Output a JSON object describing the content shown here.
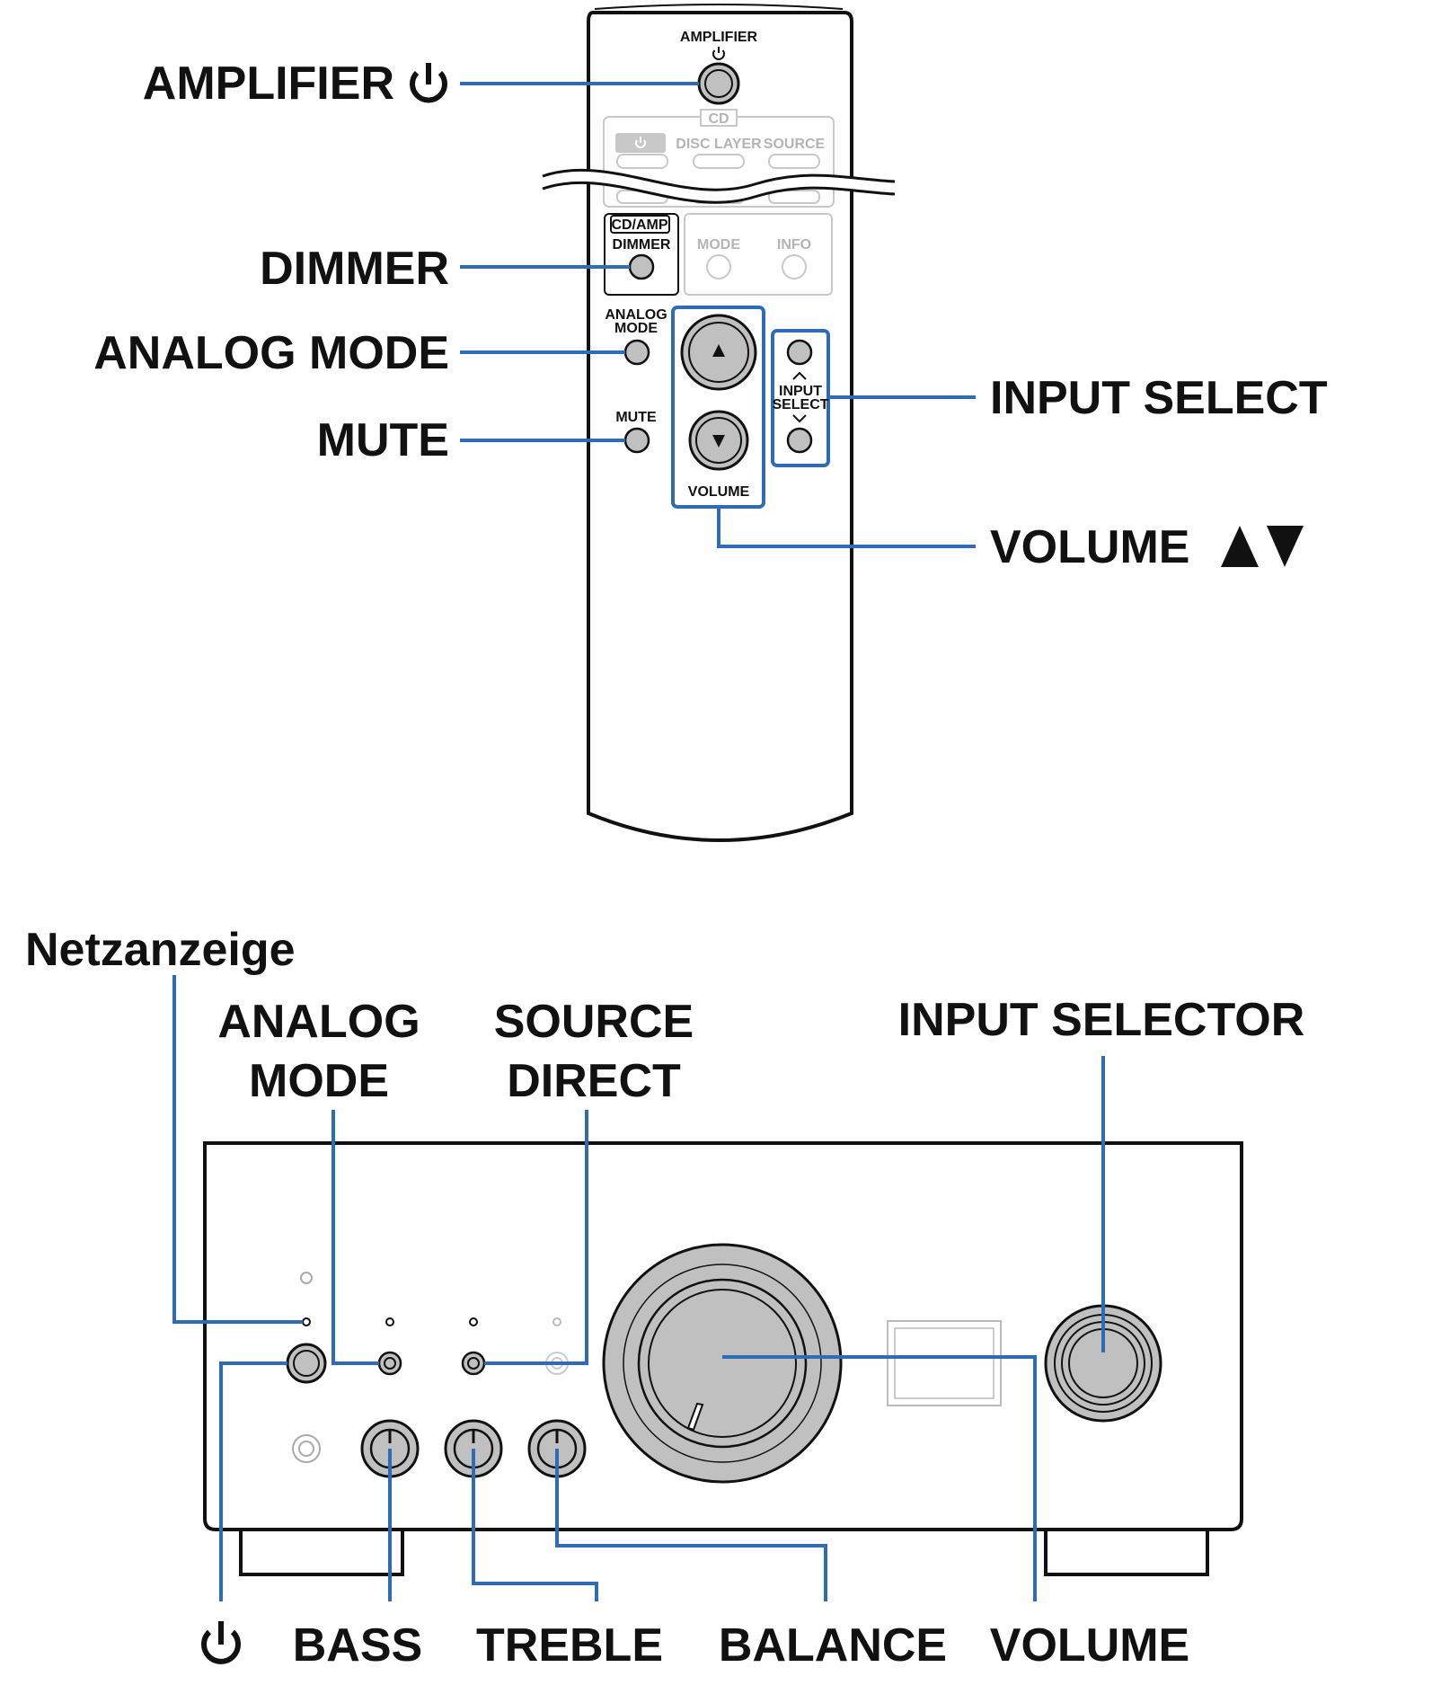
{
  "remote": {
    "amplifier_small": "AMPLIFIER",
    "cd": "CD",
    "disc_layer": "DISC LAYER",
    "source": "SOURCE",
    "cd_amp": "CD/AMP",
    "dimmer_small": "DIMMER",
    "mode": "MODE",
    "info": "INFO",
    "analog_small_1": "ANALOG",
    "analog_small_2": "MODE",
    "mute_small": "MUTE",
    "input_small_1": "INPUT",
    "input_small_2": "SELECT",
    "volume_small": "VOLUME"
  },
  "remote_labels": {
    "amplifier": "AMPLIFIER",
    "dimmer": "DIMMER",
    "analog_mode": "ANALOG MODE",
    "mute": "MUTE",
    "input_select": "INPUT SELECT",
    "volume": "VOLUME"
  },
  "panel_labels": {
    "netzanzeige": "Netzanzeige",
    "analog_1": "ANALOG",
    "analog_2": "MODE",
    "source_1": "SOURCE",
    "source_2": "DIRECT",
    "input_selector": "INPUT SELECTOR",
    "bass": "BASS",
    "treble": "TREBLE",
    "balance": "BALANCE",
    "volume": "VOLUME"
  },
  "colors": {
    "callout": "#2e6db4",
    "knob": "#c0c0c0",
    "outline": "#111111"
  }
}
